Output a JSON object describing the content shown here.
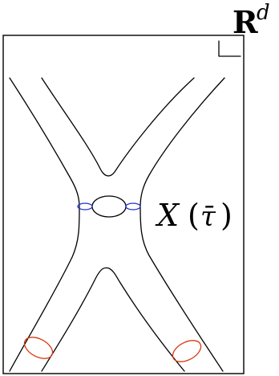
{
  "labels": {
    "space_base": "R",
    "space_exponent": "d",
    "surface_name": "X",
    "surface_open_paren": "(",
    "surface_argument": "τ̄",
    "surface_close_paren": ")"
  },
  "colors": {
    "outline": "#000000",
    "neck_circles": "#1f2fd0",
    "boundary_circles": "#d8380f"
  },
  "icons": {
    "corner_mark": "corner-right-angle-icon"
  }
}
